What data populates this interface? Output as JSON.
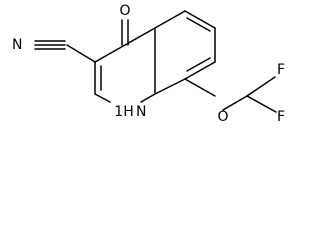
{
  "structure": {
    "atom_labels": {
      "oxo": "O",
      "nitrile_n": "N",
      "ring_nh": "1H",
      "ring_n": "N",
      "ether_o": "O",
      "fluorine_1": "F",
      "fluorine_2": "F"
    },
    "line_color": "#000000",
    "background": "#ffffff"
  }
}
